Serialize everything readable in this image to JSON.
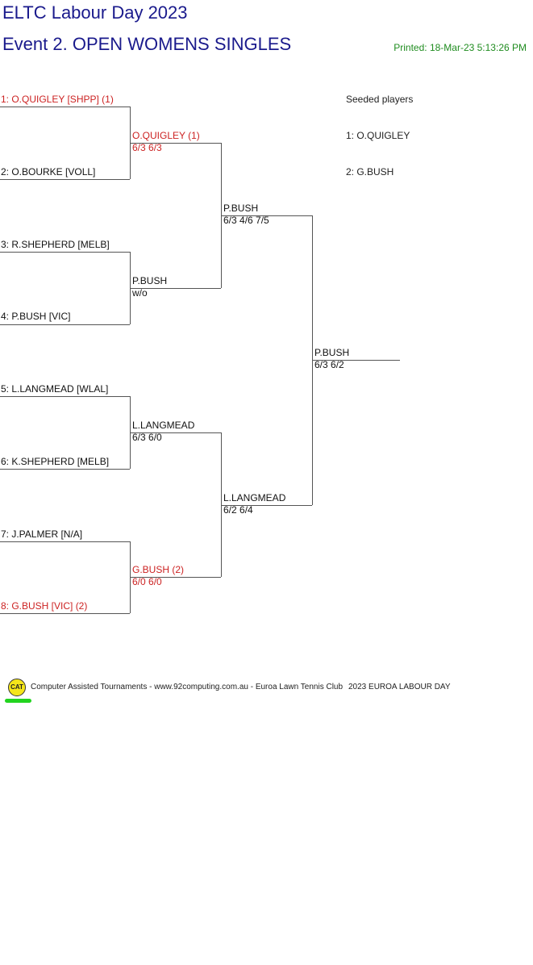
{
  "header": {
    "title": "ELTC Labour Day 2023",
    "event": "Event 2. OPEN WOMENS SINGLES",
    "printed": "Printed: 18-Mar-23 5:13:26 PM"
  },
  "round1": [
    {
      "label": "1: O.QUIGLEY [SHPP] (1)"
    },
    {
      "label": "2: O.BOURKE [VOLL]"
    },
    {
      "label": "3: R.SHEPHERD [MELB]"
    },
    {
      "label": "4: P.BUSH [VIC]"
    },
    {
      "label": "5: L.LANGMEAD [WLAL]"
    },
    {
      "label": "6: K.SHEPHERD [MELB]"
    },
    {
      "label": "7: J.PALMER [N/A]"
    },
    {
      "label": "8: G.BUSH [VIC] (2)"
    }
  ],
  "round2": [
    {
      "winner": "O.QUIGLEY (1)",
      "score": "6/3 6/3"
    },
    {
      "winner": "P.BUSH",
      "score": "w/o"
    },
    {
      "winner": "L.LANGMEAD",
      "score": "6/3 6/0"
    },
    {
      "winner": "G.BUSH (2)",
      "score": "6/0 6/0"
    }
  ],
  "round3": [
    {
      "winner": "P.BUSH",
      "score": "6/3 4/6 7/5"
    },
    {
      "winner": "L.LANGMEAD",
      "score": "6/2 6/4"
    }
  ],
  "final": {
    "winner": "P.BUSH",
    "score": "6/3 6/2"
  },
  "seeded": {
    "heading": "Seeded players",
    "items": [
      "1: O.QUIGLEY",
      "2: G.BUSH"
    ]
  },
  "footer": {
    "logo": "CAT",
    "credit": "Computer Assisted Tournaments - www.92computing.com.au -  Euroa Lawn Tennis Club",
    "event_name": "2023 EUROA LABOUR DAY"
  },
  "colors": {
    "title": "#1a1a8c",
    "seed_highlight": "#cc2222",
    "printed": "#1f8c1f",
    "logo_bar": "#22d41f"
  }
}
